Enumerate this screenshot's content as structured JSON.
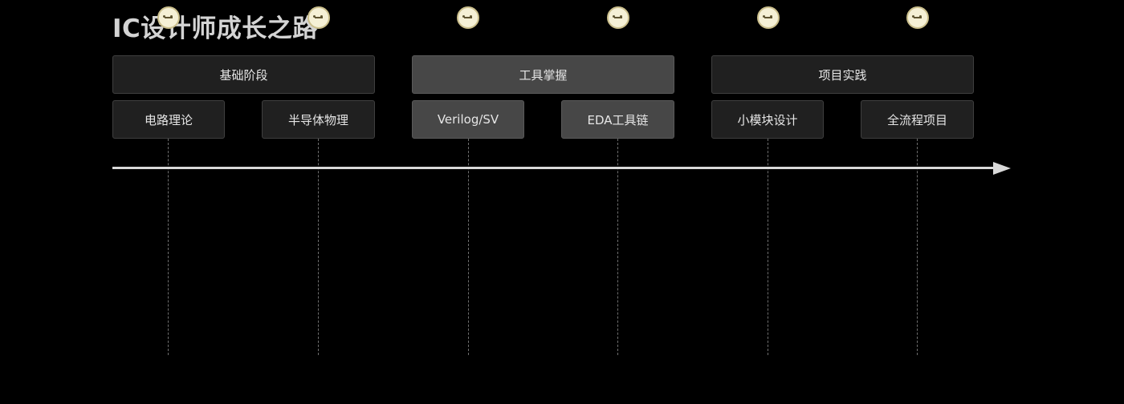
{
  "title": "IC设计师成长之路",
  "phases": [
    {
      "label": "基础阶段",
      "tone": "dark"
    },
    {
      "label": "工具掌握",
      "tone": "light"
    },
    {
      "label": "项目实践",
      "tone": "dark"
    }
  ],
  "tasks": [
    {
      "label": "电路理论",
      "tone": "dark"
    },
    {
      "label": "半导体物理",
      "tone": "dark"
    },
    {
      "label": "Verilog/SV",
      "tone": "light"
    },
    {
      "label": "EDA工具链",
      "tone": "light"
    },
    {
      "label": "小模块设计",
      "tone": "dark"
    },
    {
      "label": "全流程项目",
      "tone": "dark"
    }
  ],
  "colors": {
    "background": "#000000",
    "box_dark": "#202020",
    "box_light": "#474747",
    "axis": "#d9d9d9",
    "node_fill": "#f5f0d6"
  },
  "icons": {
    "milestone_node": "link-node-icon"
  }
}
